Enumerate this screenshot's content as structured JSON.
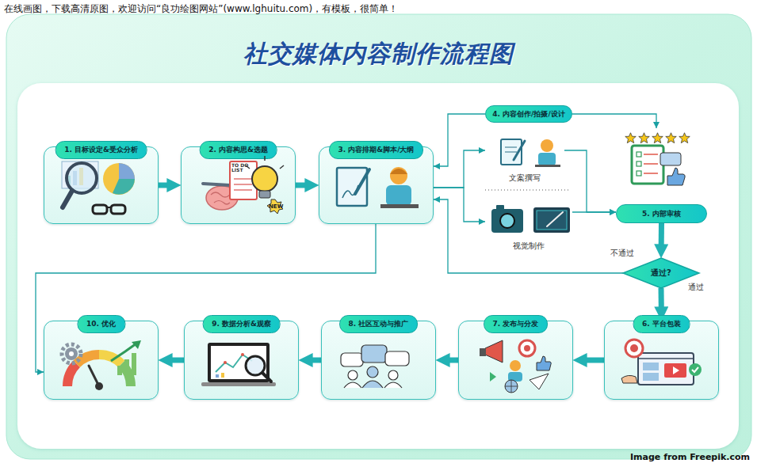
{
  "diagram": {
    "title": "社交媒体内容制作流程图",
    "nodes": [
      {
        "text": [
          "1. 目标设定&受众分析"
        ]
      },
      {
        "text": [
          "2. 内容构思&选题"
        ]
      },
      {
        "text": [
          "3. 内容排期&脚本/大纲"
        ]
      },
      {
        "text": [
          "4. 内容创作/拍摄/设计"
        ]
      },
      {
        "text": [
          "文案撰写"
        ]
      },
      {
        "text": [
          "视觉制作"
        ]
      },
      {
        "text": [
          "5. 内部审核"
        ]
      },
      {
        "text": [
          "通过?"
        ]
      },
      {
        "text": [
          "6. 平台包装"
        ]
      },
      {
        "text": [
          "7. 发布与分发"
        ]
      },
      {
        "text": [
          "8. 社区互动与推广"
        ]
      },
      {
        "text": [
          "9. 数据分析&观察"
        ]
      },
      {
        "text": [
          "10. 优化"
        ]
      }
    ],
    "edges": [
      {
        "from": 0,
        "to": 1,
        "arrow": "to"
      },
      {
        "from": 1,
        "to": 2,
        "arrow": "to"
      },
      {
        "from": 2,
        "to": 4,
        "arrow": "to"
      },
      {
        "from": 2,
        "to": 5,
        "arrow": "to"
      },
      {
        "from": 3,
        "to": 2,
        "arrow": "to"
      },
      {
        "from": 4,
        "to": 6,
        "arrow": "to"
      },
      {
        "from": 5,
        "to": 6,
        "arrow": "to"
      },
      {
        "from": 6,
        "to": 7,
        "arrow": "to"
      },
      {
        "from": 7,
        "to": 2,
        "label": "不通过",
        "arrow": "to"
      },
      {
        "from": 7,
        "to": 8,
        "label": "通过",
        "arrow": "to"
      },
      {
        "from": 8,
        "to": 9,
        "arrow": "to"
      },
      {
        "from": 9,
        "to": 10,
        "arrow": "to"
      },
      {
        "from": 10,
        "to": 11,
        "arrow": "to"
      },
      {
        "from": 11,
        "to": 12,
        "arrow": "to"
      },
      {
        "from": 2,
        "to": 12,
        "arrow": "to"
      }
    ],
    "labels": [
      "在线画图，下载高清原图，欢迎访问“良功绘图网站”(www.lghuitu.com)，有模板，很简单！",
      "TO DO LIST",
      "NEW",
      "Image from Freepik.com"
    ]
  }
}
